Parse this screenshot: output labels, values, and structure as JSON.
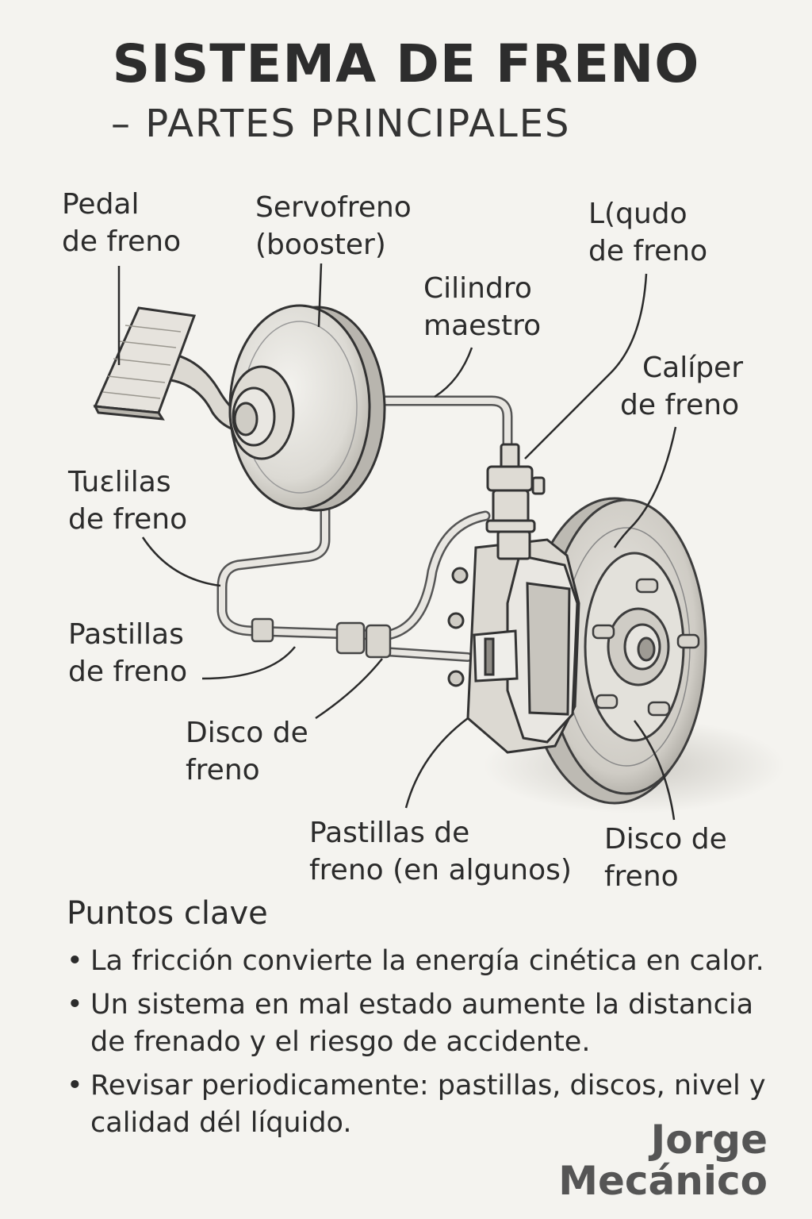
{
  "title": "SISTEMA DE FRENO",
  "subtitle": "– PARTES PRINCIPALES",
  "labels": {
    "pedal": [
      "Pedal",
      "de freno"
    ],
    "servofreno": [
      "Servofreno",
      "(booster)"
    ],
    "cilindro": [
      "Cilindro",
      "maestro"
    ],
    "liquido": [
      "L(qudo",
      "de freno"
    ],
    "caliper": [
      "Calíper",
      "de freno"
    ],
    "tuberias": [
      "Tuɛlilas",
      "de freno"
    ],
    "pastillas_left": [
      "Pastillas",
      "de freno"
    ],
    "disco_left": [
      "Disco de",
      "freno"
    ],
    "pastillas_bottom": [
      "Pastillas de",
      "freno (en algunos)"
    ],
    "disco_right": [
      "Disco de",
      "freno"
    ]
  },
  "key_points": {
    "heading": "Puntos clave",
    "items": [
      "La fricción convierte la energía cinética en calor.",
      "Un sistema en mal estado aumente la distancia de frenado y el riesgo de accidente.",
      "Revisar periodicamente: pastillas, discos, nivel y calidad dél líquido."
    ]
  },
  "signature": [
    "Jorge",
    "Mecánico"
  ],
  "colors": {
    "background": "#f4f3ef",
    "ink": "#2b2b2b",
    "part_fill": "#e4e2dc",
    "part_shade": "#c9c6bf"
  }
}
